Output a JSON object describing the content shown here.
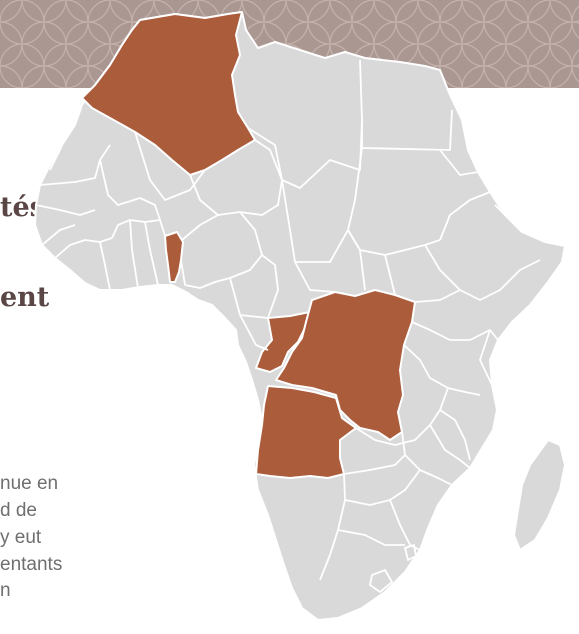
{
  "colors": {
    "banner": "#ab9792",
    "land": "#d9d9d9",
    "highlight": "#ab5c3b",
    "border": "#ffffff",
    "heading": "#5b4646",
    "body_text": "#6f6f6f"
  },
  "side_text": {
    "heading_line1": "tés",
    "heading_line2": "ent",
    "body_lines": [
      "nue en",
      "d de",
      "y eut",
      "entants",
      "n"
    ]
  },
  "highlighted_countries": [
    "Algeria",
    "Benin",
    "Republic of the Congo",
    "DR Congo",
    "Angola"
  ]
}
